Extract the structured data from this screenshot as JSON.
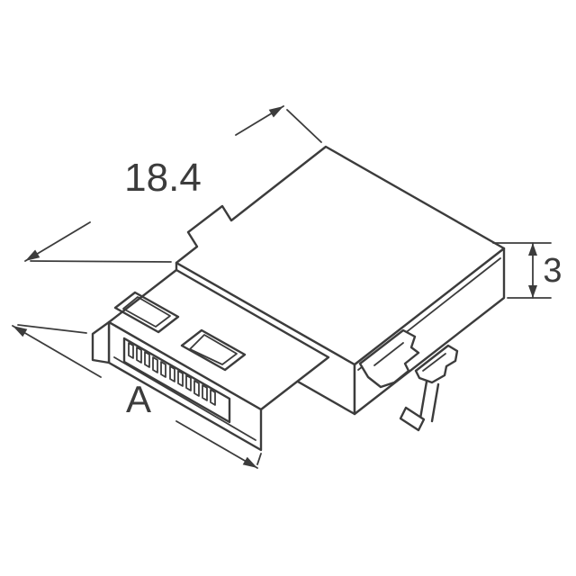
{
  "drawing": {
    "kind": "mechanical-dimension-drawing",
    "subject": "board-mount connector shown in isometric view with dimension callouts",
    "line_color": "#3c3c3c",
    "background_color": "#ffffff",
    "labels": {
      "depth": "18.4",
      "width": "A",
      "height": "3"
    }
  }
}
